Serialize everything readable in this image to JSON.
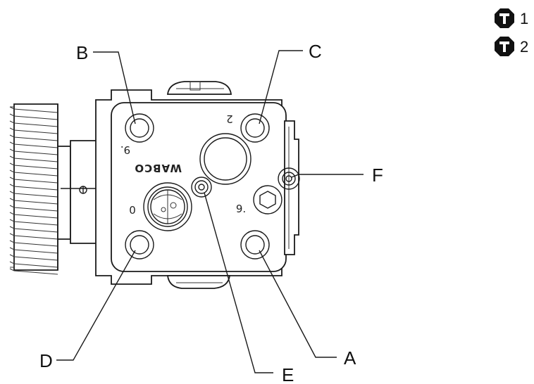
{
  "legend": [
    {
      "icon": "torque-icon",
      "label": "1"
    },
    {
      "icon": "torque-icon",
      "label": "2"
    }
  ],
  "callouts": {
    "A": "A",
    "B": "B",
    "C": "C",
    "D": "D",
    "E": "E",
    "F": "F"
  },
  "engraving": {
    "brand": "WABCO",
    "port_2": "2",
    "port_0": "0",
    "mark_9_left": "9.",
    "mark_9_right": "9."
  }
}
